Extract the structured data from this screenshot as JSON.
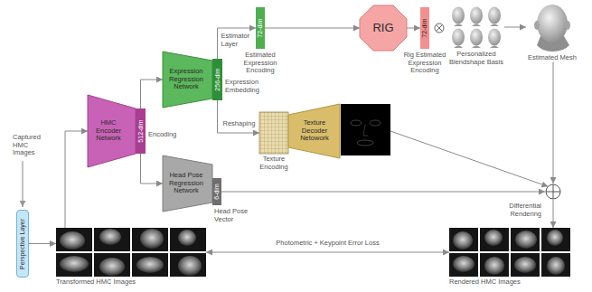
{
  "diagram": {
    "nodes": [
      {
        "text": [
          "Perspective Layer"
        ]
      },
      {
        "text": [
          "Transformed HMC Images"
        ]
      },
      {
        "text": [
          "HMC Encoder Network"
        ]
      },
      {
        "text": [
          "512-dim",
          "Encoding"
        ]
      },
      {
        "text": [
          "Expression Regression Network"
        ]
      },
      {
        "text": [
          "256-dim",
          "Expression Embedding"
        ]
      },
      {
        "text": [
          "Head Pose Regression Network"
        ]
      },
      {
        "text": [
          "6-dim",
          "Head Pose Vector"
        ]
      },
      {
        "text": [
          "72-dim",
          "Estimated Expression Encoding"
        ]
      },
      {
        "text": [
          "Texture Encoding"
        ]
      },
      {
        "text": [
          "Texture Decoder Netowork"
        ]
      },
      {
        "text": [
          "RIG"
        ]
      },
      {
        "text": [
          "72-dim",
          "Rig Estimated Expression Encoding"
        ]
      },
      {
        "text": [
          "Personalized Blendshape Basis"
        ]
      },
      {
        "text": [
          "Estimated Mesh"
        ]
      },
      {
        "text": [
          "Differential Rendering"
        ]
      },
      {
        "text": [
          "Rendered HMC Images"
        ]
      }
    ],
    "edges": [
      {
        "from": 0,
        "to": 1,
        "arrow": "to"
      },
      {
        "from": 1,
        "to": 2,
        "arrow": "to"
      },
      {
        "from": 3,
        "to": 4,
        "arrow": "to"
      },
      {
        "from": 3,
        "to": 6,
        "arrow": "to"
      },
      {
        "from": 5,
        "to": 8,
        "label": "Estimator Layer",
        "arrow": "to"
      },
      {
        "from": 5,
        "to": 9,
        "label": "Reshaping",
        "arrow": "to"
      },
      {
        "from": 8,
        "to": 11,
        "arrow": "to"
      },
      {
        "from": 11,
        "to": 12,
        "arrow": "to"
      },
      {
        "from": 13,
        "to": 14,
        "arrow": "to"
      },
      {
        "from": 10,
        "to": 15,
        "arrow": "to"
      },
      {
        "from": 7,
        "to": 15,
        "arrow": "to"
      },
      {
        "from": 14,
        "to": 15,
        "arrow": "to"
      },
      {
        "from": 15,
        "to": 16,
        "arrow": "to"
      },
      {
        "from": 1,
        "to": 16,
        "label": "Photometric + Keypoint Error Loss",
        "arrow": "both"
      }
    ],
    "labels": [
      "Captured HMC Images"
    ]
  }
}
